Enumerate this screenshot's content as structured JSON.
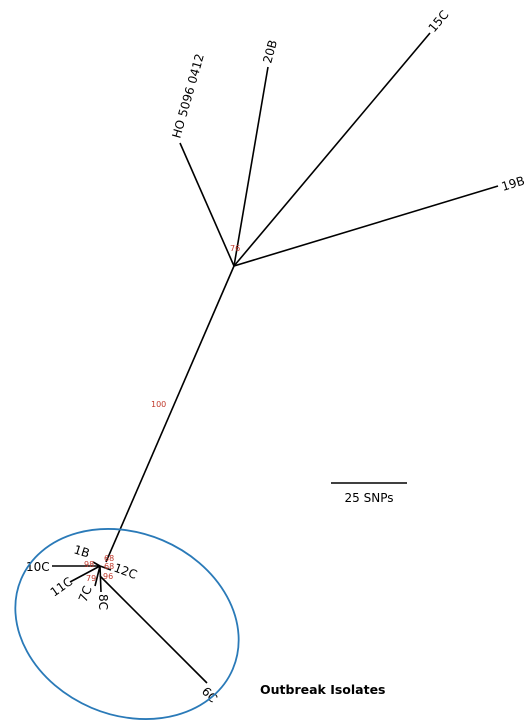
{
  "tree": {
    "leaves": {
      "ho_5096_0412": "HO 5096 0412",
      "l20b": "20B",
      "l15c": "15C",
      "l19b": "19B",
      "l1b": "1B",
      "l10c": "10C",
      "l11c": "11C",
      "l7c": "7C",
      "l8c": "8C",
      "l12c": "12C",
      "l6c": "6C"
    },
    "bootstrap": {
      "b76": "76",
      "b100": "100",
      "b68a": "68",
      "b68b": "68",
      "b98": "98",
      "b79": "79",
      "b96": "96"
    }
  },
  "scale": {
    "label": "25 SNPs"
  },
  "group": {
    "label": "Outbreak Isolates",
    "color": "#2a7ab8"
  }
}
